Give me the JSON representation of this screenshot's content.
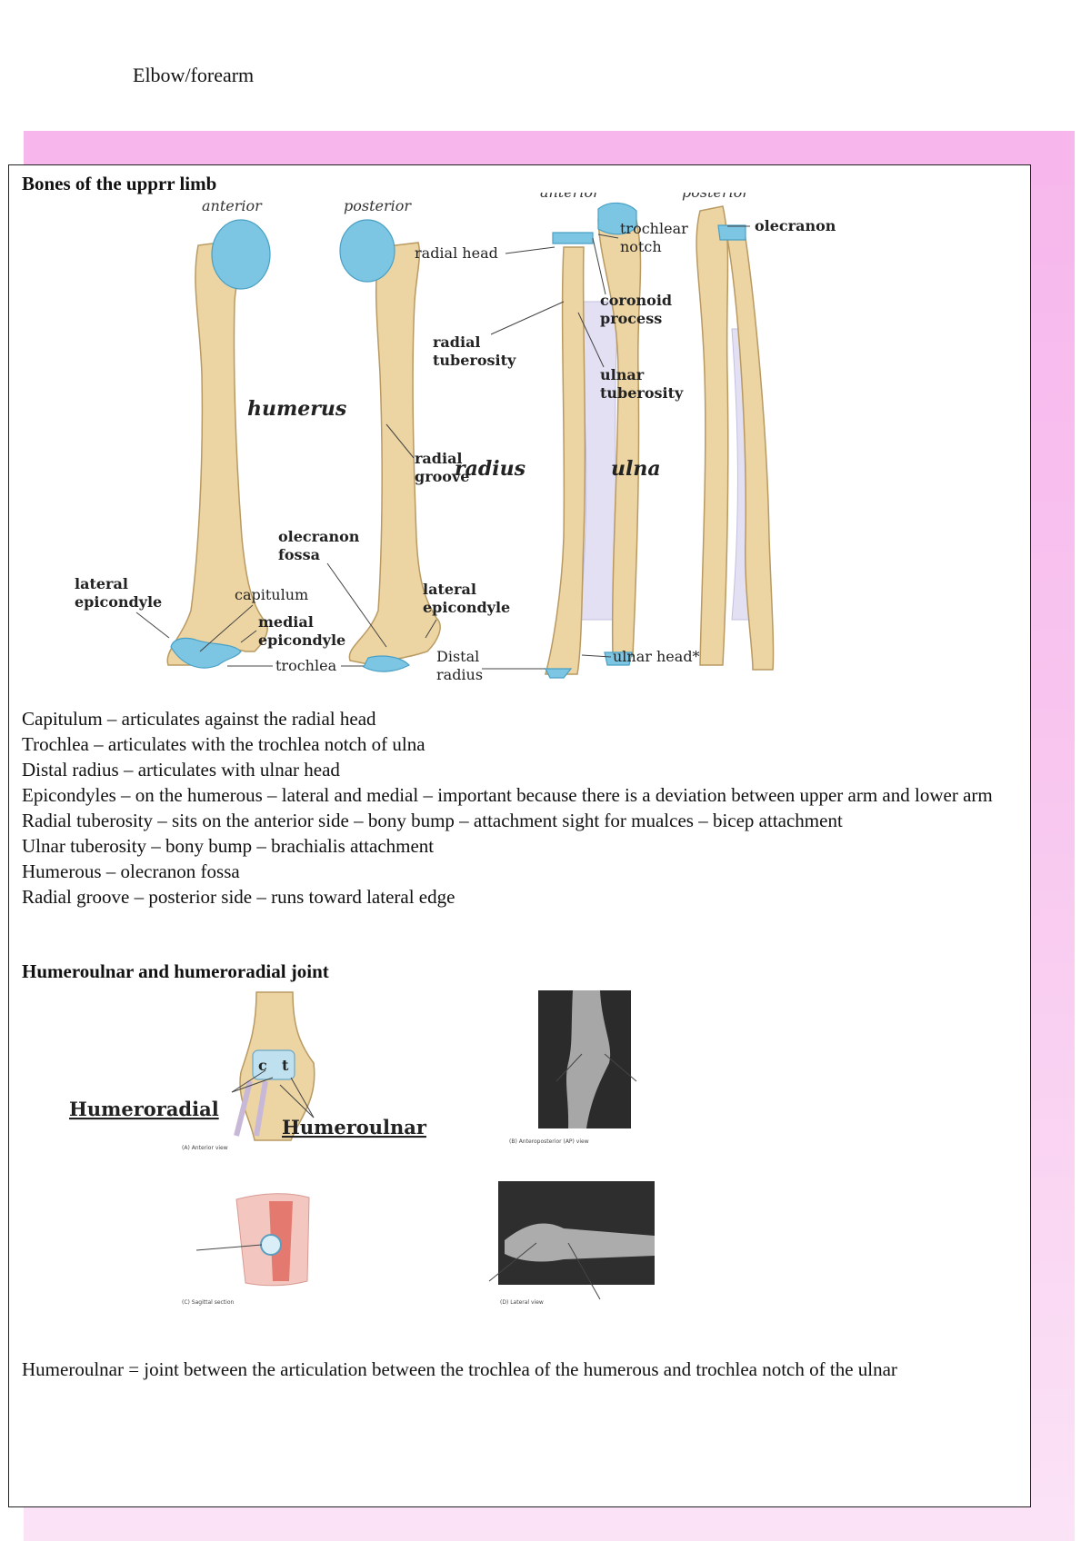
{
  "page_title": "Elbow/forearm",
  "section1": {
    "heading": "Bones of the upprr limb",
    "figure": {
      "humerus_anterior": "anterior",
      "humerus_posterior": "posterior",
      "humerus": "humerus",
      "radial_groove": [
        "radial",
        "groove"
      ],
      "olecranon_fossa": [
        "olecranon",
        "fossa"
      ],
      "lateral_epicondyle_left": [
        "lateral",
        "epicondyle"
      ],
      "capitulum": "capitulum",
      "medial_epicondyle": [
        "medial",
        "epicondyle"
      ],
      "lateral_epicondyle_right": [
        "lateral",
        "epicondyle"
      ],
      "trochlea": "trochlea",
      "forearm_anterior": "anterior",
      "forearm_posterior": "posterior",
      "radial_head": "radial head",
      "trochlear_notch": [
        "trochlear",
        "notch"
      ],
      "olecranon": "olecranon",
      "coronoid_process": [
        "coronoid",
        "process"
      ],
      "radial_tuberosity": [
        "radial",
        "tuberosity"
      ],
      "ulnar_tuberosity": [
        "ulnar",
        "tuberosity"
      ],
      "radius": "radius",
      "ulna": "ulna",
      "distal_radius": [
        "Distal",
        "radius"
      ],
      "ulnar_head": "ulnar head*"
    },
    "notes": [
      "Capitulum – articulates against the radial head",
      "Trochlea – articulates with the trochlea notch of ulna",
      "Distal radius – articulates with ulnar head",
      "Epicondyles – on the humerous – lateral and medial – important because there is a deviation between upper arm and lower arm",
      "Radial tuberosity – sits on the anterior side – bony bump – attachment sight for mualces – bicep attachment",
      "Ulnar tuberosity – bony bump – brachialis attachment",
      "Humerous – olecranon fossa",
      "Radial groove – posterior side – runs toward lateral edge"
    ]
  },
  "section2": {
    "heading": "Humeroulnar and humeroradial joint",
    "figure": {
      "humeroradial": "Humeroradial",
      "humeroulnar": "Humeroulnar",
      "c_label": "c",
      "t_label": "t",
      "caption_a": "(A) Anterior view",
      "caption_b": "(B) Anteroposterior (AP) view",
      "caption_c": "(C) Sagittal section",
      "caption_d": "(D) Lateral view"
    },
    "note": "Humeroulnar = joint between the articulation between the trochlea of the humerous and trochlea notch of the ulnar"
  }
}
